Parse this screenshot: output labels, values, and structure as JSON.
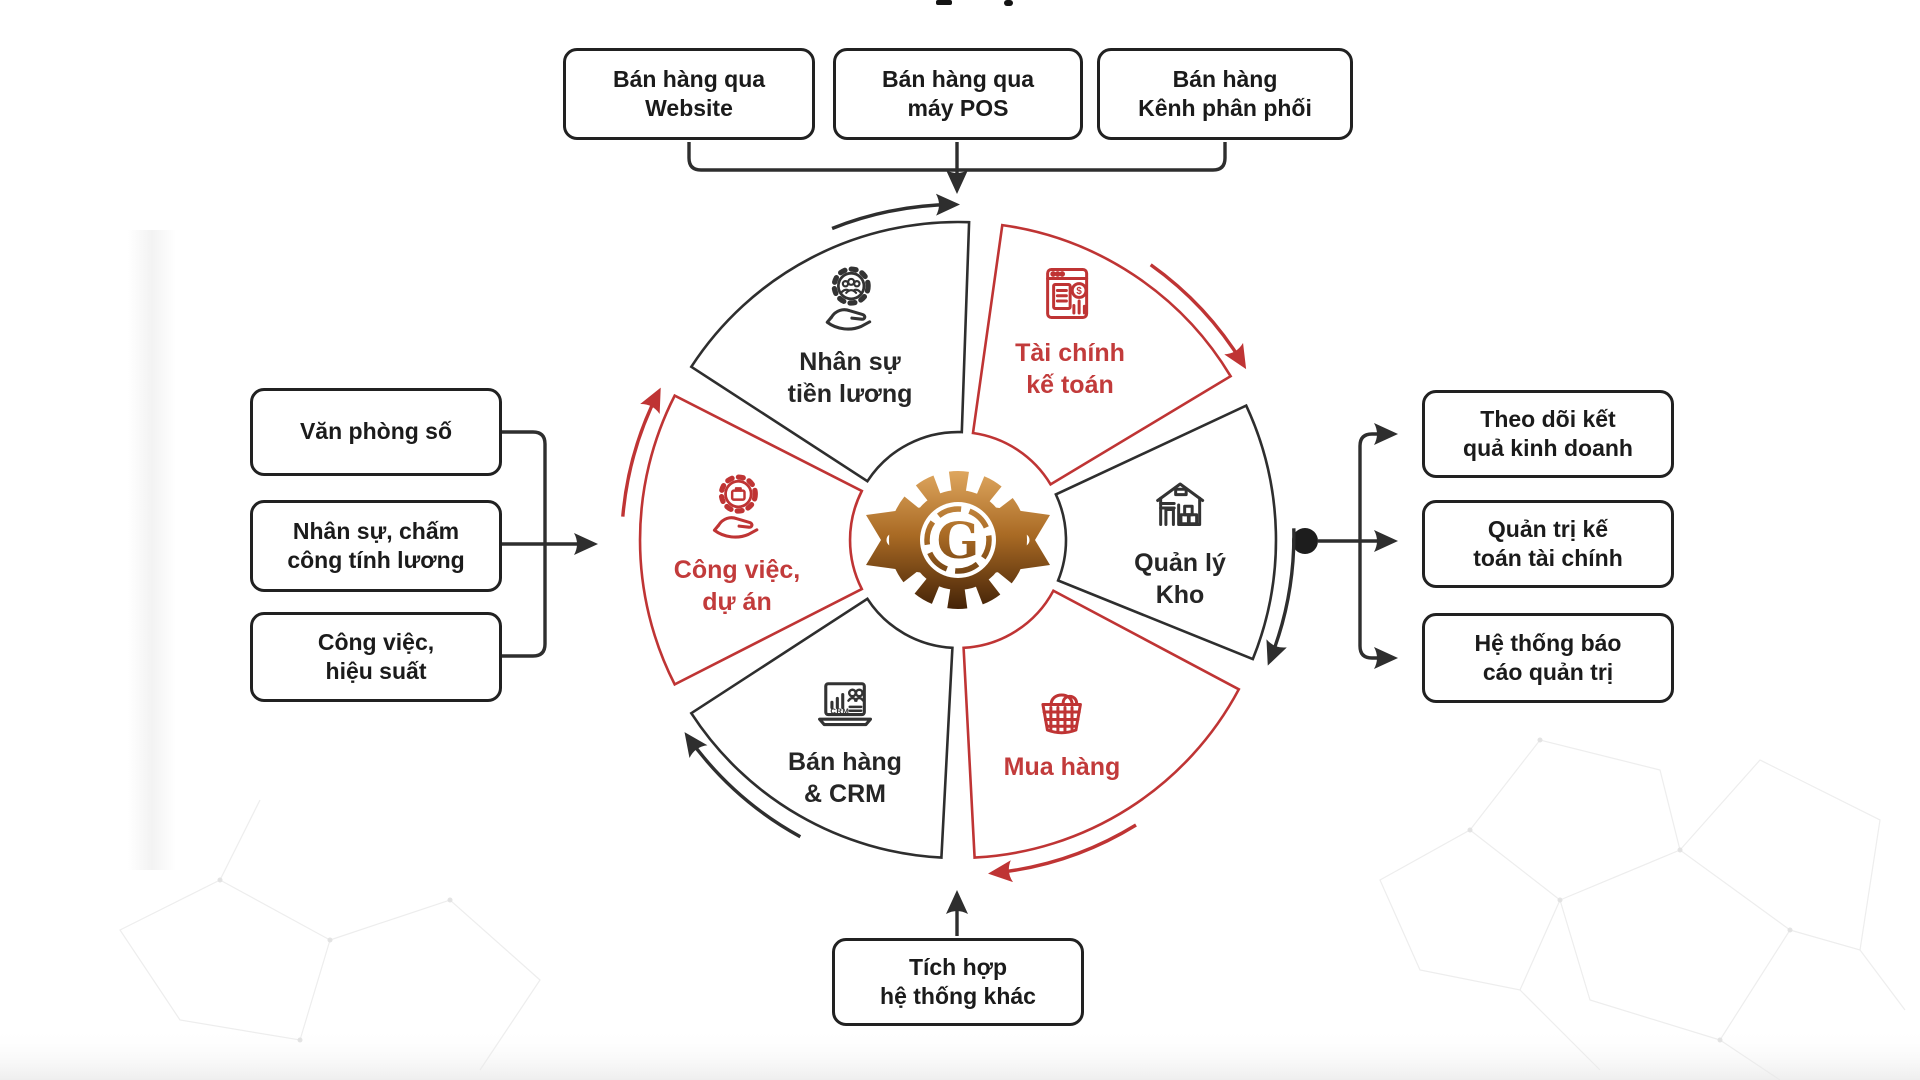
{
  "colors": {
    "black": "#262626",
    "red": "#c23b3b",
    "copper_light": "#dfa75f",
    "copper_mid": "#a96a24",
    "copper_dark": "#3c1d05"
  },
  "top_boxes": [
    {
      "line1": "Bán hàng qua",
      "line2": "Website"
    },
    {
      "line1": "Bán hàng qua",
      "line2": "máy POS"
    },
    {
      "line1": "Bán hàng",
      "line2": "Kênh phân phối"
    }
  ],
  "left_boxes": [
    {
      "line1": "Văn phòng số",
      "line2": ""
    },
    {
      "line1": "Nhân sự, chấm",
      "line2": "công tính lương"
    },
    {
      "line1": "Công việc,",
      "line2": "hiệu suất"
    }
  ],
  "right_boxes": [
    {
      "line1": "Theo dõi kết",
      "line2": "quả kinh doanh"
    },
    {
      "line1": "Quản trị kế",
      "line2": "toán tài chính"
    },
    {
      "line1": "Hệ thống báo",
      "line2": "cáo quản trị"
    }
  ],
  "bottom_box": {
    "line1": "Tích hợp",
    "line2": "hệ thống khác"
  },
  "wheel": {
    "logo_letter": "G",
    "segments": [
      {
        "id": "nhan-su-tien-luong",
        "line1": "Nhân sự",
        "line2": "tiền lương",
        "color": "black",
        "icon": "people-gear-hand-icon"
      },
      {
        "id": "tai-chinh-ke-toan",
        "line1": "Tài chính",
        "line2": "kế toán",
        "color": "red",
        "icon": "finance-report-icon"
      },
      {
        "id": "quan-ly-kho",
        "line1": "Quản lý",
        "line2": "Kho",
        "color": "black",
        "icon": "warehouse-icon"
      },
      {
        "id": "mua-hang",
        "line1": "Mua hàng",
        "line2": "",
        "color": "red",
        "icon": "shopping-basket-icon"
      },
      {
        "id": "ban-hang-crm",
        "line1": "Bán hàng",
        "line2": "& CRM",
        "color": "black",
        "icon": "crm-laptop-icon"
      },
      {
        "id": "cong-viec-du-an",
        "line1": "Công việc,",
        "line2": "dự án",
        "color": "red",
        "icon": "project-gear-hand-icon"
      }
    ]
  }
}
